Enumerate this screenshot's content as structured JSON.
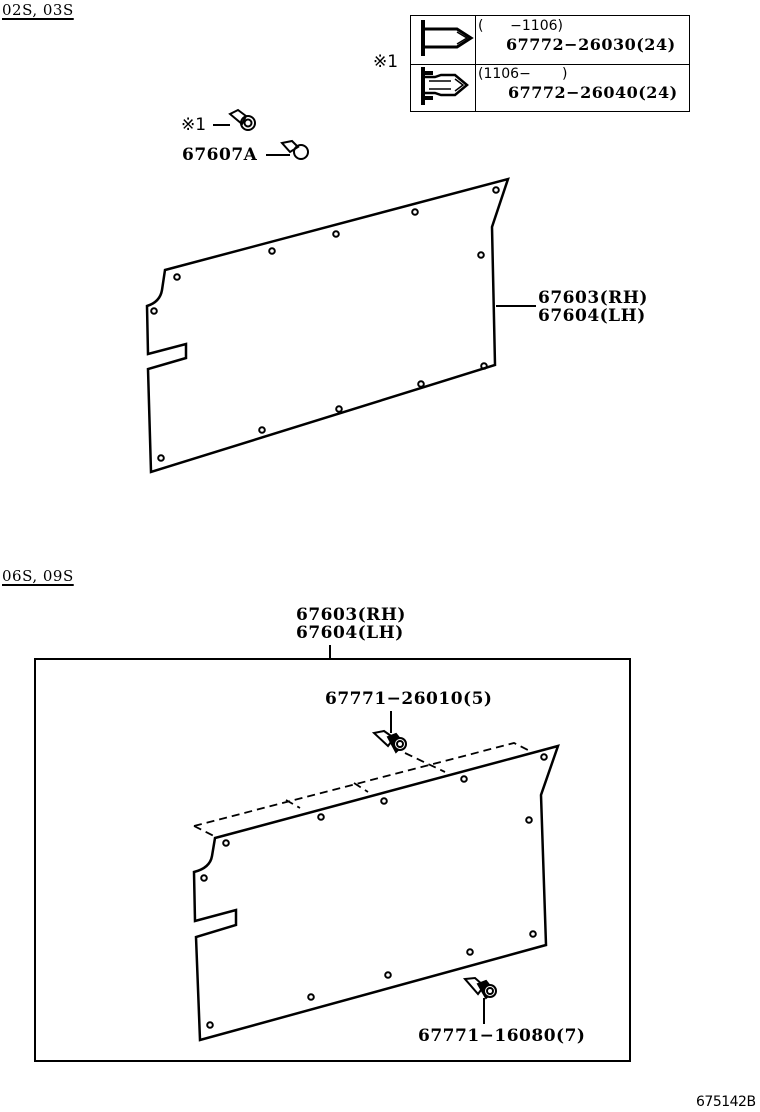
{
  "sections": [
    {
      "header": "02S, 03S",
      "clip_table": {
        "marker": "※1",
        "rows": [
          {
            "icon": "clip-type-a-icon",
            "range": "(      −1106)",
            "part": "67772−26030(24)"
          },
          {
            "icon": "clip-type-b-icon",
            "range": "(1106−       )",
            "part": "67772−26040(24)"
          }
        ]
      },
      "callouts": {
        "clip_marker": "※1",
        "fastener": "67607A",
        "board_rh": "67603(RH)",
        "board_lh": "67604(LH)"
      }
    },
    {
      "header": "06S, 09S",
      "callouts": {
        "board_rh": "67603(RH)",
        "board_lh": "67604(LH)",
        "clip_upper": "67771−26010(5)",
        "clip_lower": "67771−16080(7)"
      }
    }
  ],
  "footer": {
    "ref_code": "675142B"
  }
}
